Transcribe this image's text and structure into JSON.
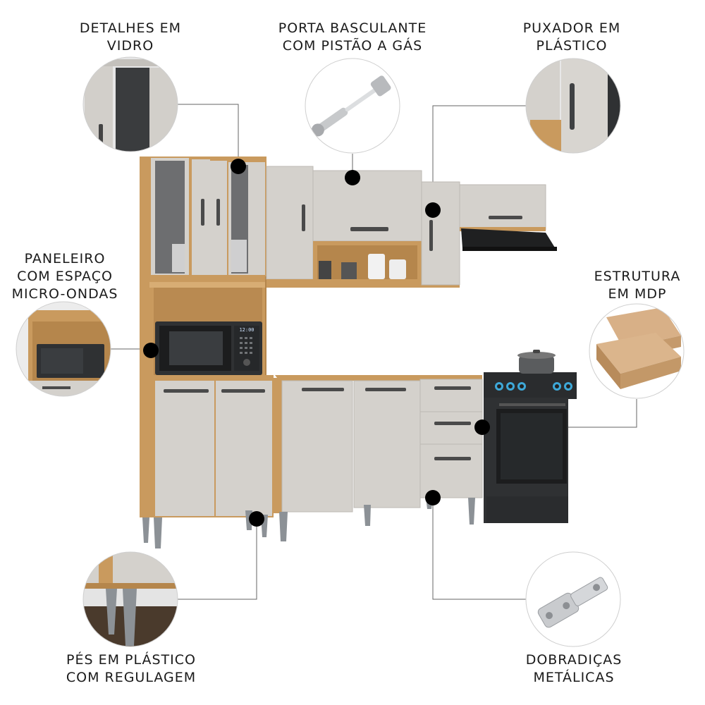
{
  "features": [
    {
      "id": "glass",
      "lines": [
        "DETALHES EM",
        "VIDRO"
      ]
    },
    {
      "id": "piston",
      "lines": [
        "PORTA BASCULANTE",
        "COM PISTÃO A GÁS"
      ]
    },
    {
      "id": "handle",
      "lines": [
        "PUXADOR EM",
        "PLÁSTICO"
      ]
    },
    {
      "id": "microwave",
      "lines": [
        "PANELEIRO",
        "COM ESPAÇO",
        "MICRO-ONDAS"
      ]
    },
    {
      "id": "mdp",
      "lines": [
        "ESTRUTURA",
        "EM MDP"
      ]
    },
    {
      "id": "feet",
      "lines": [
        "PÉS EM PLÁSTICO",
        "COM REGULAGEM"
      ]
    },
    {
      "id": "hinges",
      "lines": [
        "DOBRADIÇAS",
        "METÁLICAS"
      ]
    }
  ],
  "microwave_display": "12:00",
  "colors": {
    "wood": "#c99a5e",
    "wood_dark": "#a87a43",
    "door": "#d4d1cc",
    "handle": "#4a4a4a",
    "appliance": "#2f3133",
    "line": "#555555",
    "dot": "#000000"
  }
}
